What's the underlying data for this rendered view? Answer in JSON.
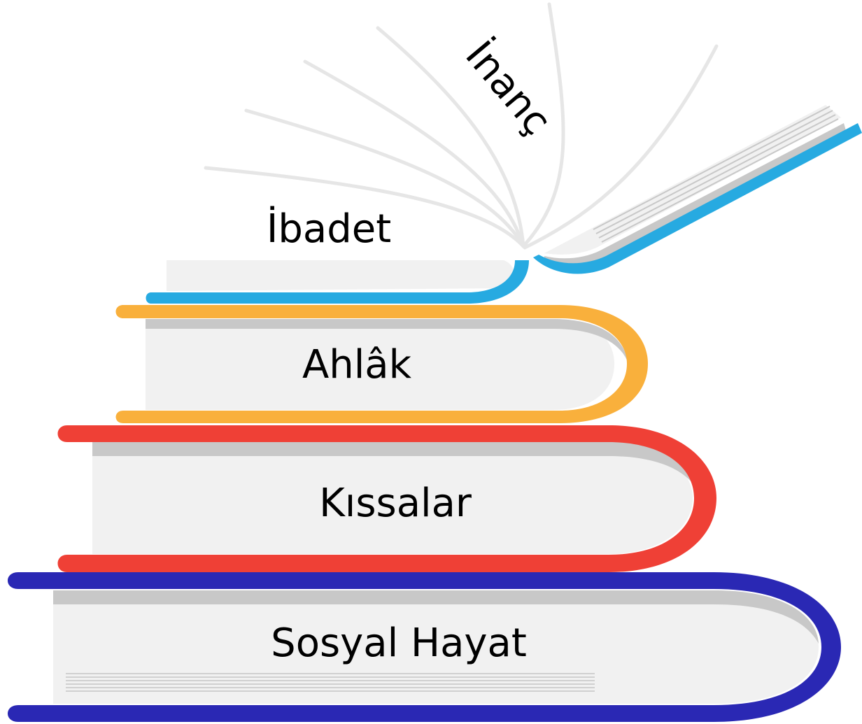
{
  "books": [
    {
      "id": "sosyal-hayat",
      "label": "Sosyal Hayat",
      "cover_color": "#2a28b4"
    },
    {
      "id": "kissalar",
      "label": "Kıssalar",
      "cover_color": "#ef4036"
    },
    {
      "id": "ahlak",
      "label": "Ahlâk",
      "cover_color": "#f9b03c"
    },
    {
      "id": "ibadet",
      "label": "İbadet",
      "cover_color": "#27aae1"
    }
  ],
  "open_book": {
    "label": "İnanç",
    "cover_color": "#27aae1"
  },
  "colors": {
    "page": "#f1f1f1",
    "page_shadow": "#c8c8c8",
    "page_lines": "#d0d0d0",
    "fan_page": "#e6e6e6",
    "text": "#000000"
  }
}
